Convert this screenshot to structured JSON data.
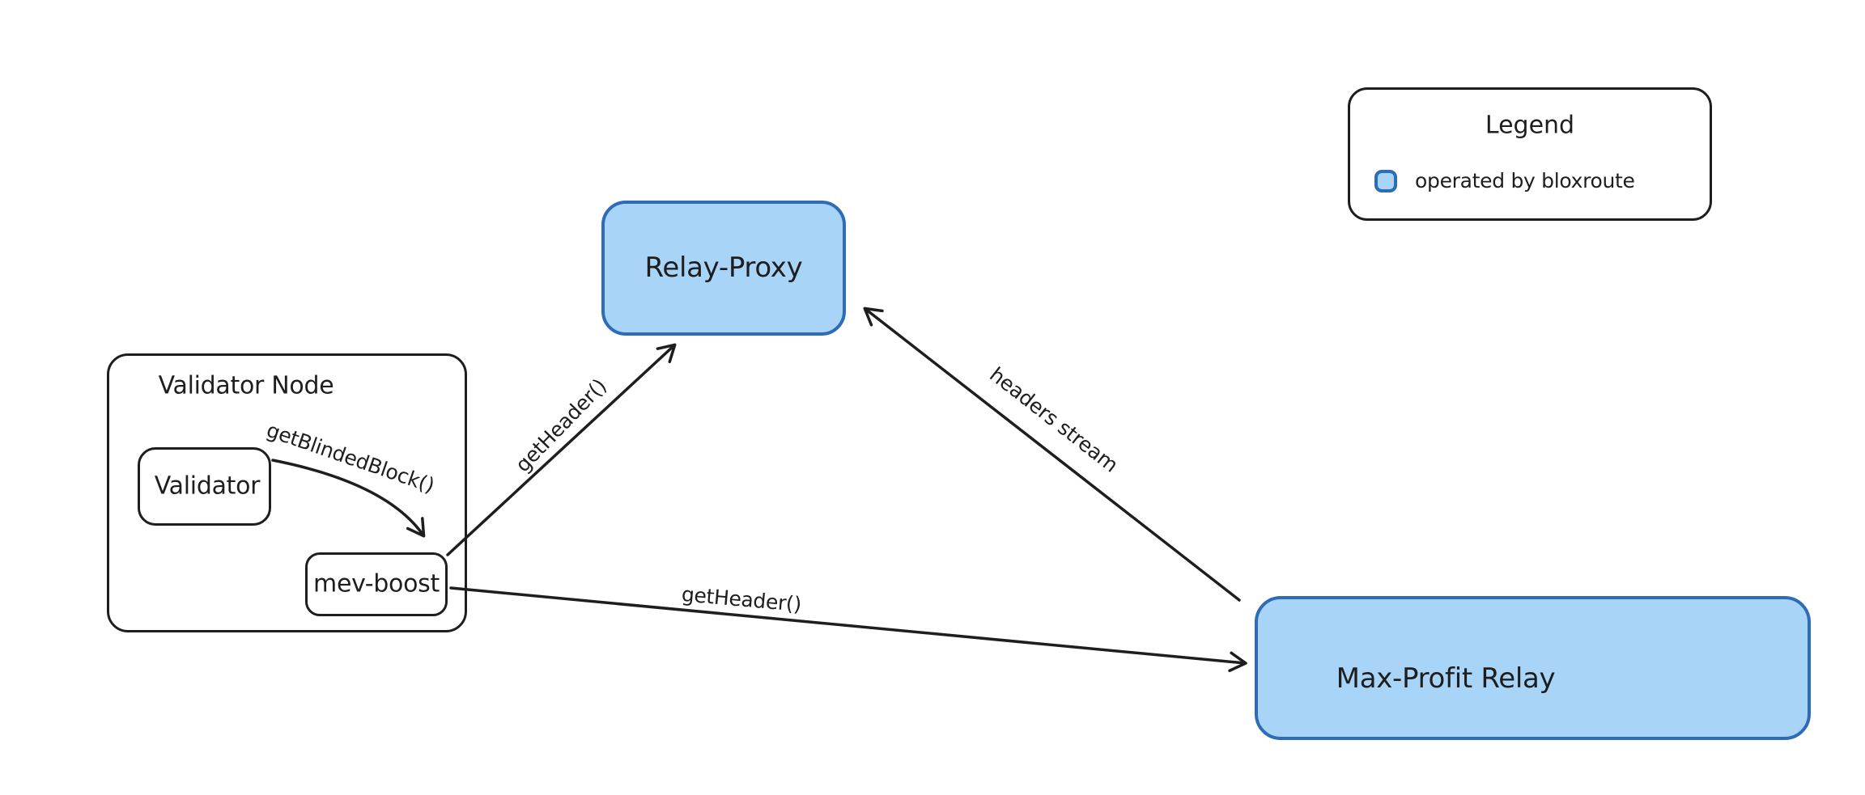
{
  "diagram": {
    "legend": {
      "title": "Legend",
      "items": [
        {
          "label": "operated by bloxroute",
          "swatch_fill": "#a8d4f8",
          "swatch_stroke": "#2e6cb5"
        }
      ]
    },
    "nodes": {
      "relay_proxy": {
        "label": "Relay-Proxy",
        "highlighted": true
      },
      "validator_node": {
        "label": "Validator Node",
        "highlighted": false
      },
      "validator": {
        "label": "Validator",
        "highlighted": false
      },
      "mev_boost": {
        "label": "mev-boost",
        "highlighted": false
      },
      "max_profit_relay": {
        "label": "Max-Profit Relay",
        "highlighted": true
      }
    },
    "edges": [
      {
        "label": "getBlindedBlock()",
        "from": "validator",
        "to": "mev-boost"
      },
      {
        "label": "getHeader()",
        "from": "mev-boost",
        "to": "relay-proxy"
      },
      {
        "label": "headers stream",
        "from": "max-profit-relay",
        "to": "relay-proxy"
      },
      {
        "label": "getHeader()",
        "from": "mev-boost",
        "to": "max-profit-relay"
      }
    ],
    "colors": {
      "ink": "#1e1e1e",
      "highlight_fill": "#a8d4f8",
      "highlight_stroke": "#2e6cb5",
      "background": "#ffffff"
    }
  }
}
